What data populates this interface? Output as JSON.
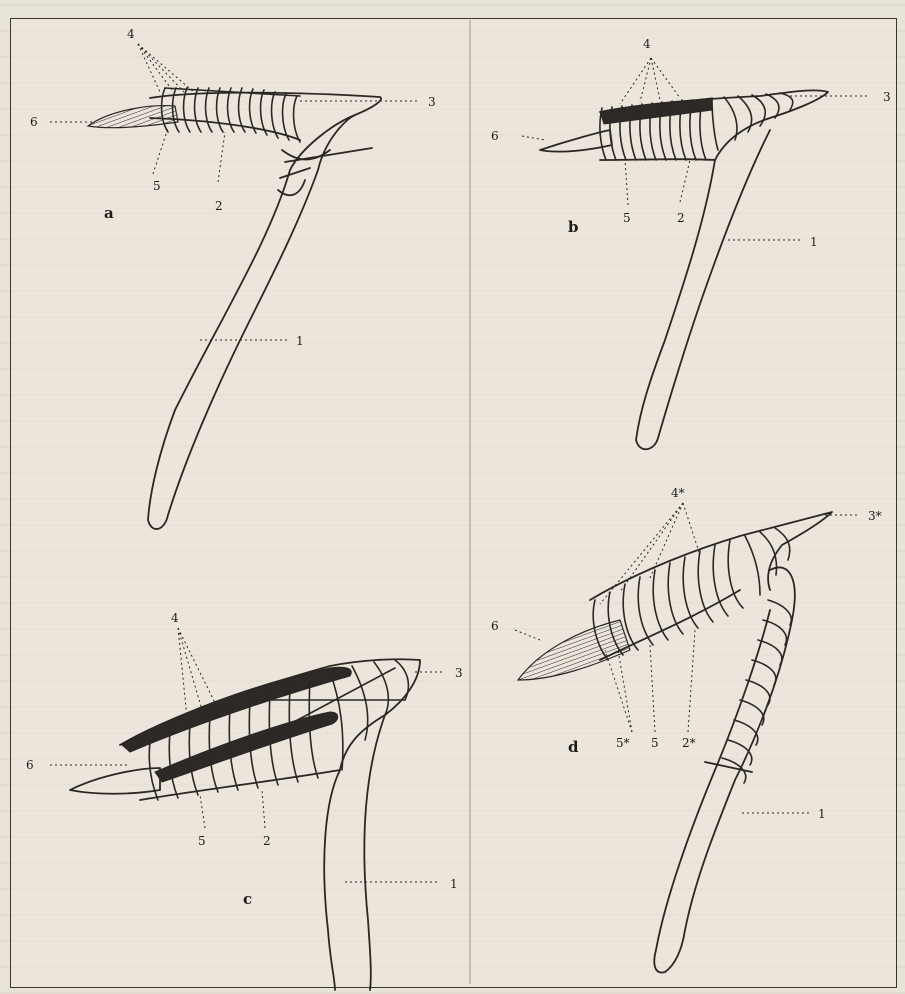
{
  "panels": [
    {
      "id": "a",
      "letter": "a",
      "callouts": {
        "c4": "4",
        "c6": "6",
        "c3": "3",
        "c5": "5",
        "c2": "2",
        "c1": "1"
      }
    },
    {
      "id": "b",
      "letter": "b",
      "callouts": {
        "c4": "4",
        "c6": "6",
        "c3": "3",
        "c5": "5",
        "c2": "2",
        "c1": "1"
      }
    },
    {
      "id": "c",
      "letter": "c",
      "callouts": {
        "c4": "4",
        "c6": "6",
        "c3": "3",
        "c5": "5",
        "c2": "2",
        "c1": "1"
      }
    },
    {
      "id": "d",
      "letter": "d",
      "callouts": {
        "c4s": "4*",
        "c3s": "3*",
        "c6": "6",
        "c5s": "5*",
        "c5": "5",
        "c2s": "2*",
        "c1": "1"
      }
    }
  ]
}
